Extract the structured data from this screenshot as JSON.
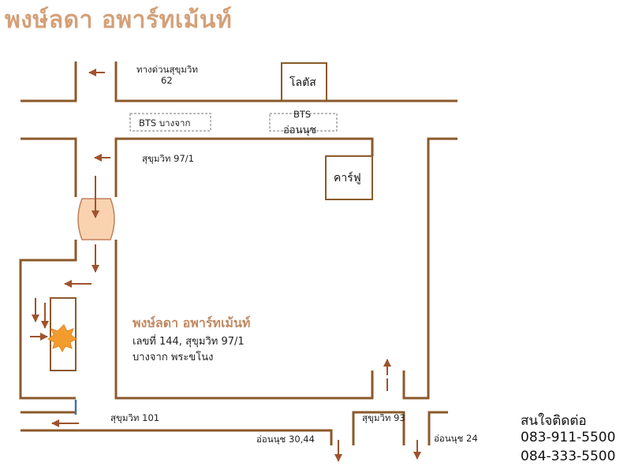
{
  "title": "พงษ์ลดา อพาร์ทเม้นท์",
  "roads": {
    "expressway_line1": "ทางด่วนสุขุมวิท",
    "expressway_line2": "62",
    "sukhumvit_97_1": "สุขุมวิท  97/1",
    "sukhumvit_101": "สุขุมวิท  101",
    "sukhumvit_93": "สุขุมวิท  93",
    "onnut_30_44": "อ่อนนุช 30,44",
    "onnut_24": "อ่อนนุช 24"
  },
  "stations": {
    "bts_bangchak": "BTS บางจาก",
    "bts_onnut_line1": "BTS",
    "bts_onnut_line2": "อ่อนนุช"
  },
  "places": {
    "lotus": "โลตัส",
    "carrefour": "คาร์ฟู"
  },
  "apartment": {
    "name": "พงษ์ลดา อพาร์ทเม้นท์",
    "address_line1": "เลขที่ 144, สุขุมวิท  97/1",
    "address_line2": "บางจาก พระขโนง"
  },
  "contact": {
    "label": "สนใจติดต่อ",
    "phone1": "083-911-5500",
    "phone2": "084-333-5500"
  },
  "colors": {
    "road": "#8B5A2B",
    "arrow": "#A0522D",
    "tunnel_fill": "#F9D2B0",
    "marker": "#F39C2E",
    "title": "#D4A078",
    "blue_accent": "#4A6FA5"
  }
}
